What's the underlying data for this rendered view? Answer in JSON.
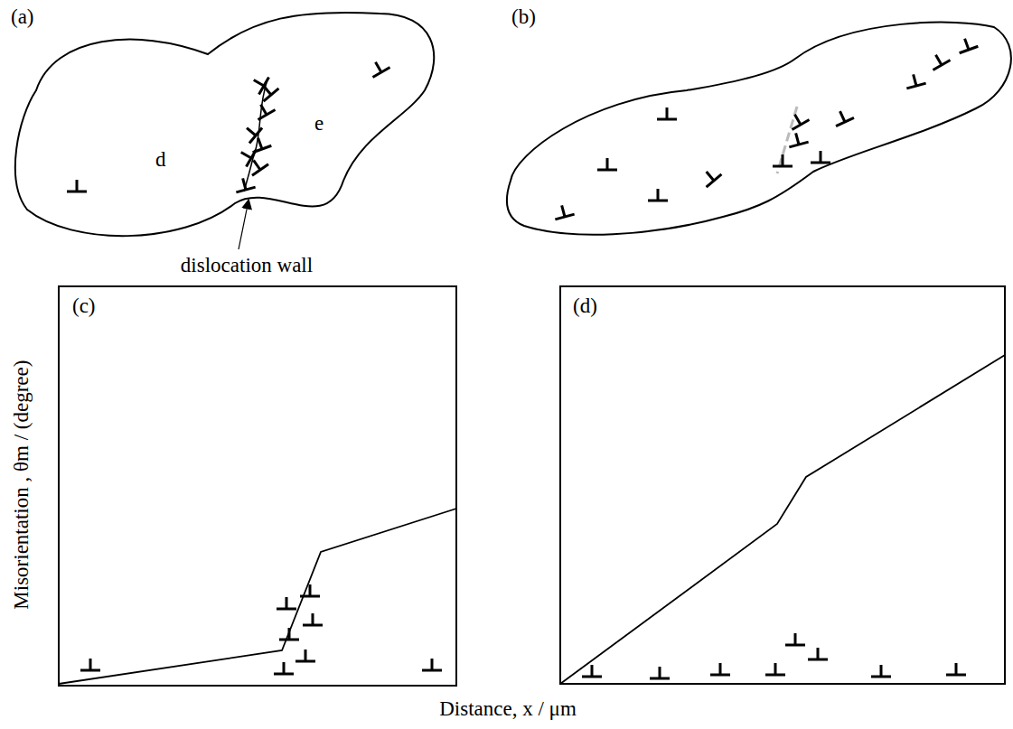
{
  "diagram": {
    "labels": [
      "(a)",
      "(b)",
      "d",
      "e",
      "dislocation wall",
      "(c)",
      "(d)",
      "Misorientation , θm / (degree)",
      "Distance, x / μm"
    ]
  }
}
